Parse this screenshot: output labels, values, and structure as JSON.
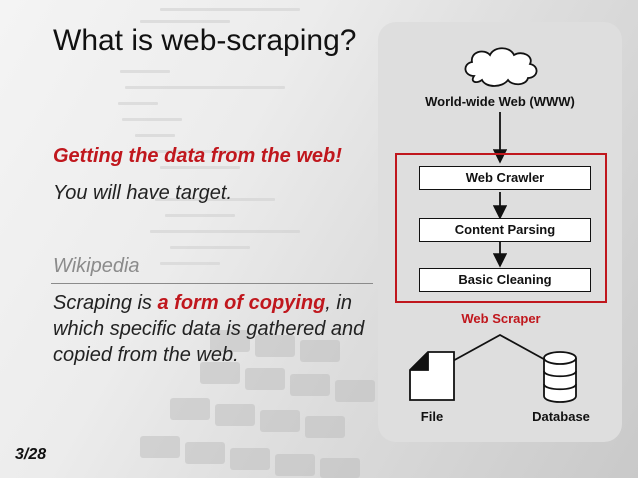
{
  "slide": {
    "title": "What is web-scraping?",
    "subtitle_highlight": "Getting the data from the web!",
    "line2": "You will have target.",
    "source_label": "Wikipedia",
    "paragraph": {
      "before": "Scraping is ",
      "highlight": "a form of copying",
      "after": ", in which specific data is gathered and copied from the web."
    },
    "page_number": "3/28"
  },
  "diagram": {
    "top_label": "World-wide Web (WWW)",
    "steps": [
      "Web Crawler",
      "Content Parsing",
      "Basic Cleaning"
    ],
    "group_label": "Web Scraper",
    "outputs": [
      "File",
      "Database"
    ]
  },
  "colors": {
    "accent": "#c0171d",
    "panel": "#dedede"
  }
}
